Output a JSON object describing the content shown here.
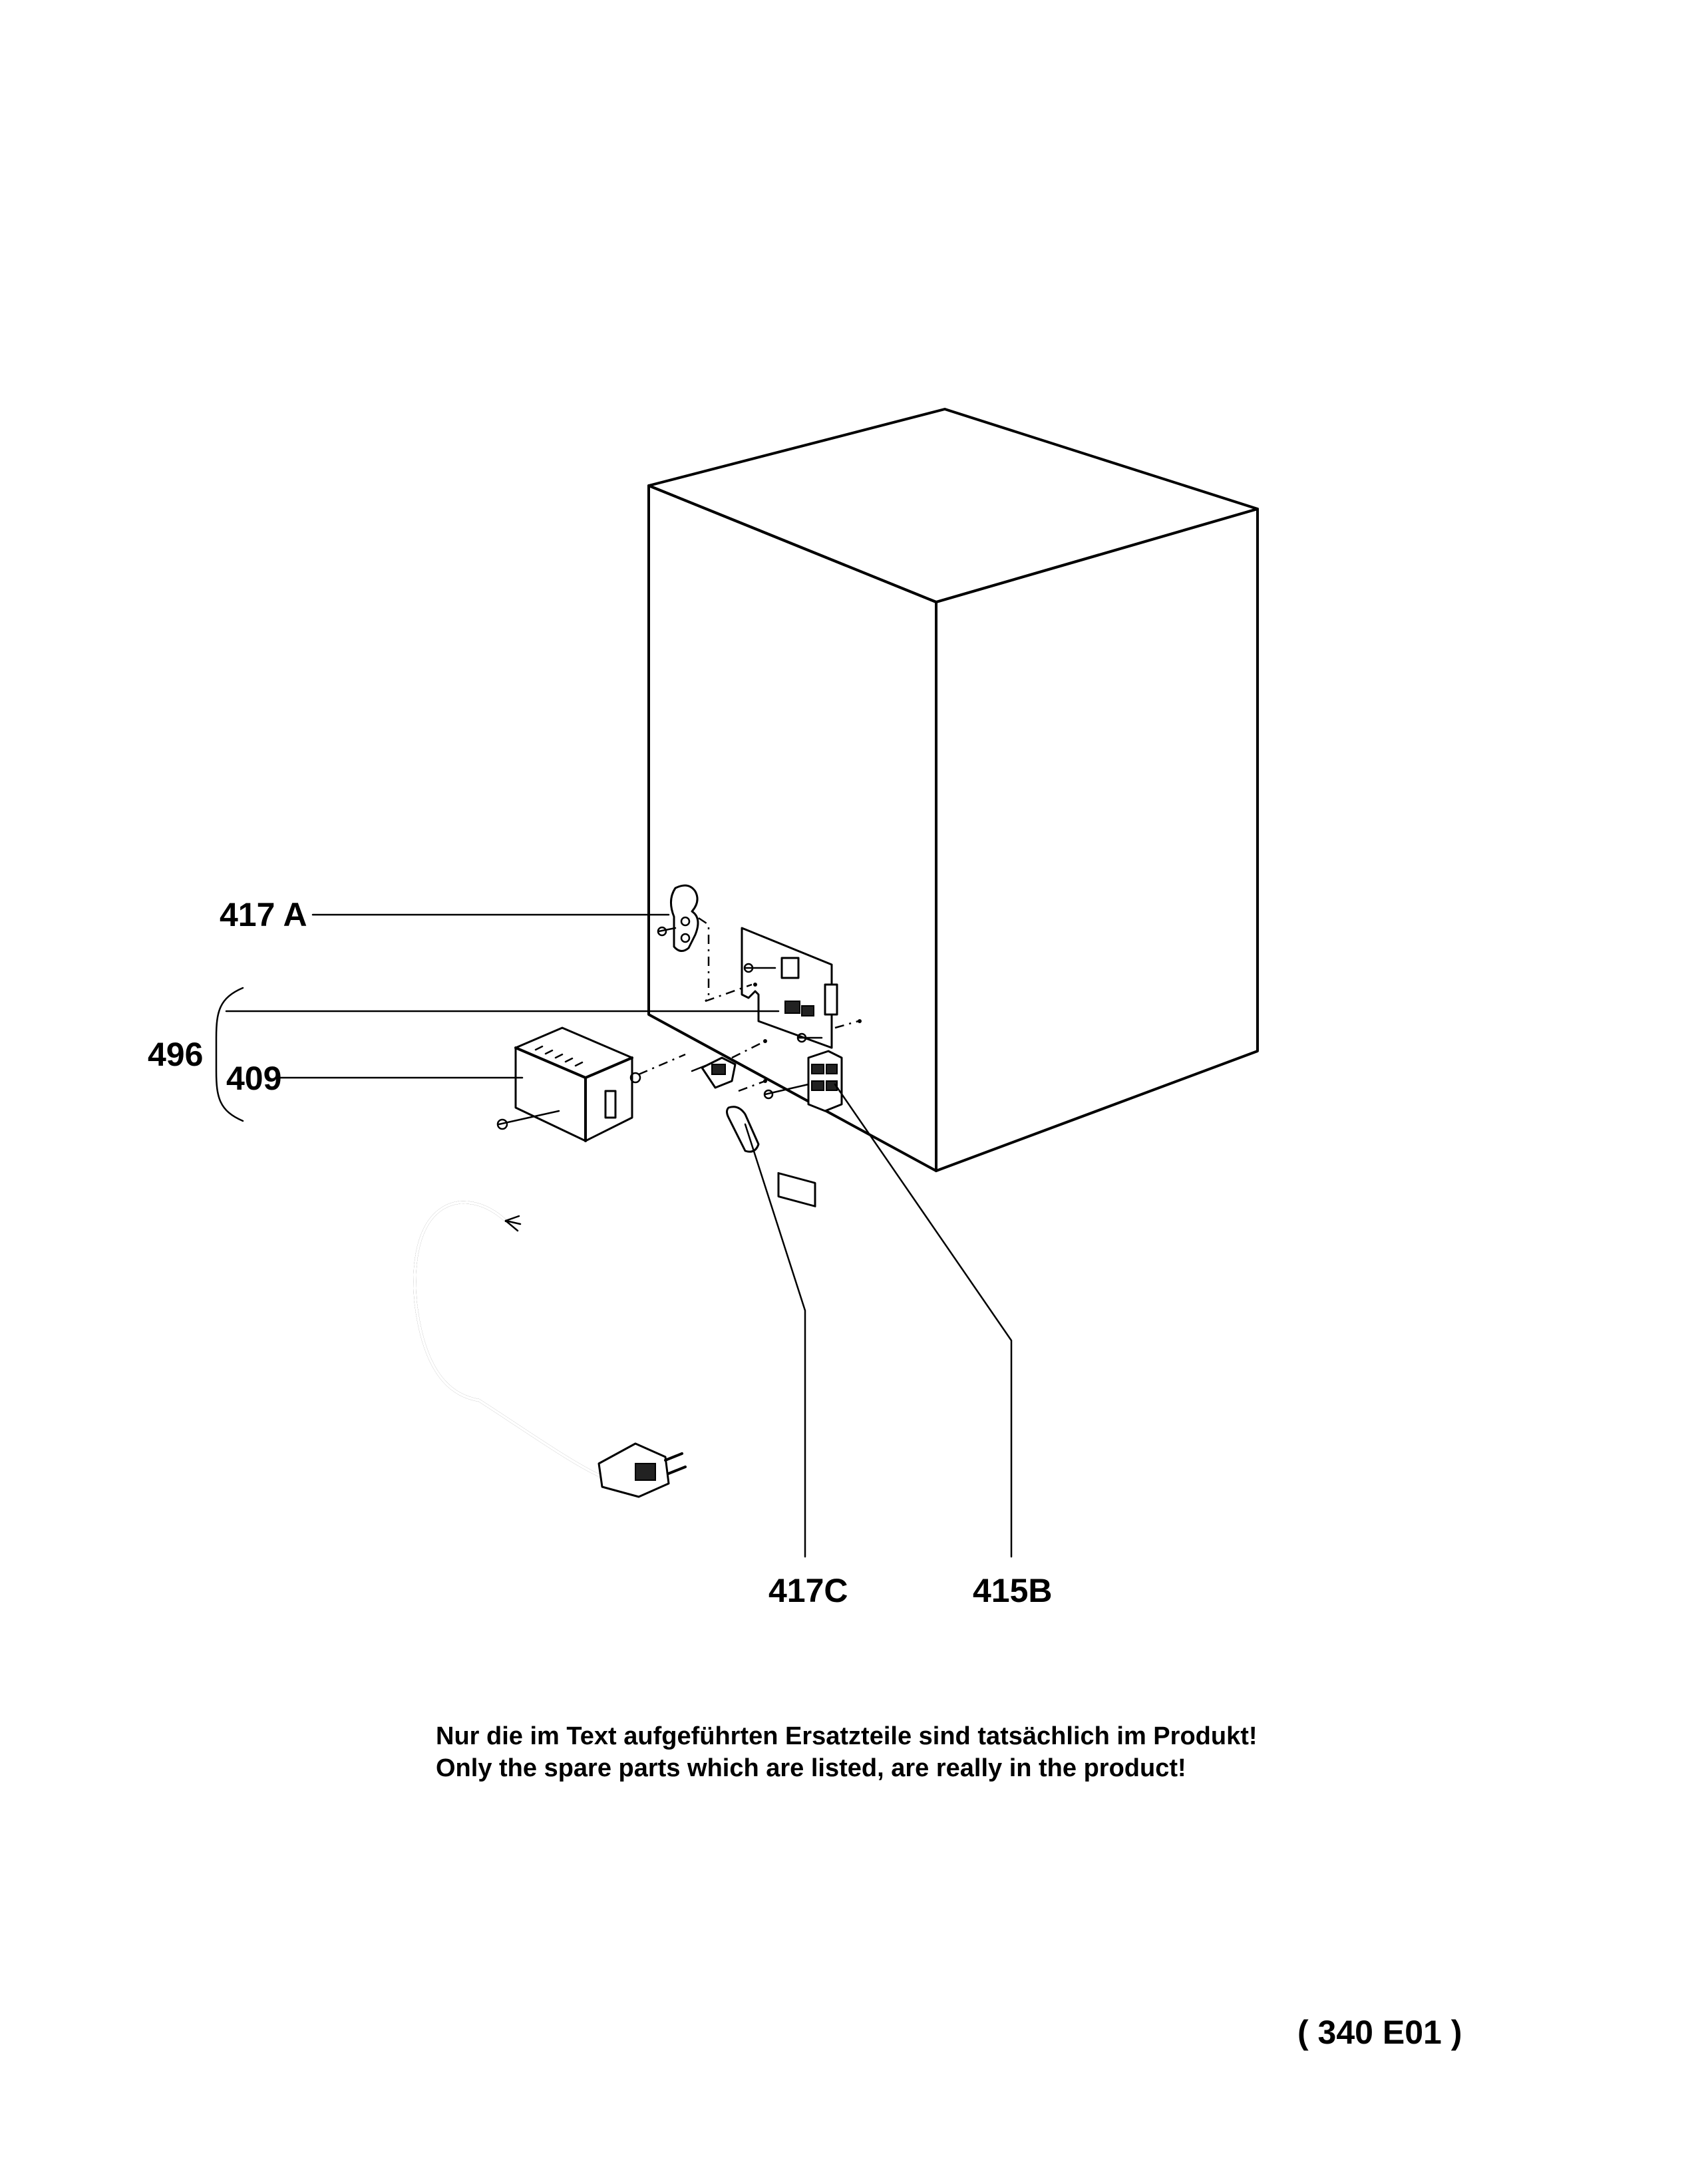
{
  "labels": {
    "p417a": "417 A",
    "p496": "496",
    "p409": "409",
    "p417c": "417C",
    "p415b": "415B"
  },
  "notes": {
    "line_de": "Nur die im Text aufgeführten Ersatzteile sind tatsächlich im Produkt!",
    "line_en": "Only the spare parts which are listed, are really in the product!"
  },
  "page_code": "( 340  E01 )"
}
